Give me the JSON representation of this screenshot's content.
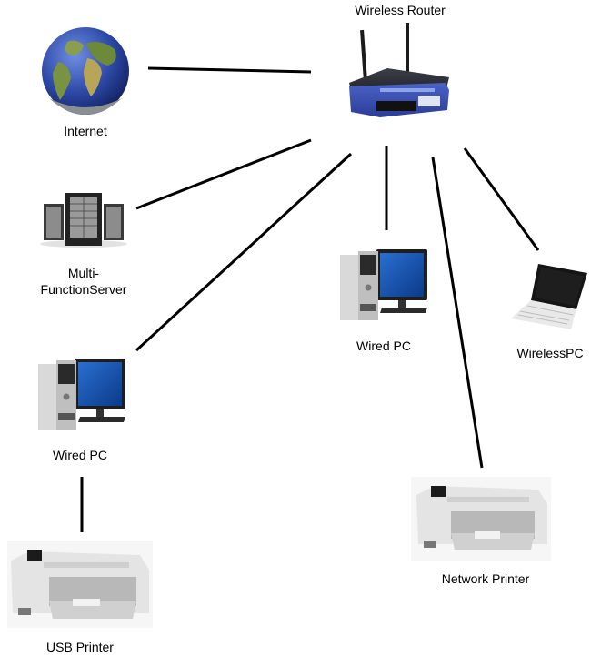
{
  "diagram": {
    "type": "network-topology",
    "nodes": {
      "router": {
        "label": "Wireless Router",
        "icon": "router-icon"
      },
      "internet": {
        "label": "Internet",
        "icon": "globe-icon"
      },
      "server": {
        "label_line1": "Multi-",
        "label_line2": "FunctionServer",
        "icon": "server-icon"
      },
      "wired_pc_right": {
        "label": "Wired PC",
        "icon": "desktop-pc-icon"
      },
      "wireless_pc": {
        "label": "WirelessPC",
        "icon": "laptop-icon"
      },
      "wired_pc_left": {
        "label": "Wired PC",
        "icon": "desktop-pc-icon"
      },
      "network_printer": {
        "label": "Network Printer",
        "icon": "printer-icon"
      },
      "usb_printer": {
        "label": "USB Printer",
        "icon": "printer-icon"
      }
    },
    "links": [
      {
        "from": "internet",
        "to": "router",
        "medium": "wired"
      },
      {
        "from": "server",
        "to": "router",
        "medium": "wired"
      },
      {
        "from": "wired_pc_left",
        "to": "router",
        "medium": "wired"
      },
      {
        "from": "wired_pc_right",
        "to": "router",
        "medium": "wired"
      },
      {
        "from": "network_printer",
        "to": "router",
        "medium": "wired"
      },
      {
        "from": "wireless_pc",
        "to": "router",
        "medium": "wireless"
      },
      {
        "from": "usb_printer",
        "to": "wired_pc_left",
        "medium": "usb"
      }
    ]
  }
}
